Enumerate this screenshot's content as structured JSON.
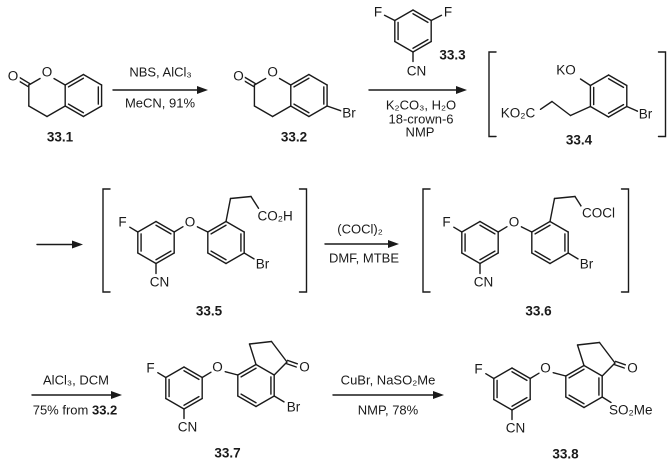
{
  "compounds": {
    "c1": {
      "number": "33.1",
      "ring_o": "O",
      "carbonyl_o": "O"
    },
    "c2": {
      "number": "33.2",
      "ring_o": "O",
      "carbonyl_o": "O",
      "br": "Br"
    },
    "c3": {
      "number": "33.3",
      "f_left": "F",
      "f_right": "F",
      "cn": "CN"
    },
    "c4": {
      "number": "33.4",
      "ko": "KO",
      "ko2c": "KO₂C",
      "br": "Br"
    },
    "c5": {
      "number": "33.5",
      "f": "F",
      "ether_o": "O",
      "cn": "CN",
      "co2h": "CO₂H",
      "br": "Br"
    },
    "c6": {
      "number": "33.6",
      "f": "F",
      "ether_o": "O",
      "cn": "CN",
      "cocl": "COCl",
      "br": "Br"
    },
    "c7": {
      "number": "33.7",
      "f": "F",
      "ether_o": "O",
      "cn": "CN",
      "ketone_o": "O",
      "br": "Br"
    },
    "c8": {
      "number": "33.8",
      "f": "F",
      "ether_o": "O",
      "cn": "CN",
      "ketone_o": "O",
      "so2me": "SO₂Me"
    }
  },
  "steps": {
    "s1": {
      "above": "NBS, AlCl₃",
      "below": "MeCN, 91%"
    },
    "s2": {
      "below1": "K₂CO₃, H₂O",
      "below2": "18-crown-6",
      "below3": "NMP"
    },
    "s4": {
      "above": "(COCl)₂",
      "below": "DMF, MTBE"
    },
    "s5": {
      "above": "AlCl₃, DCM",
      "below_prefix": "75% from ",
      "below_ref": "33.2"
    },
    "s6": {
      "above": "CuBr, NaSO₂Me",
      "below": "NMP, 78%"
    }
  }
}
